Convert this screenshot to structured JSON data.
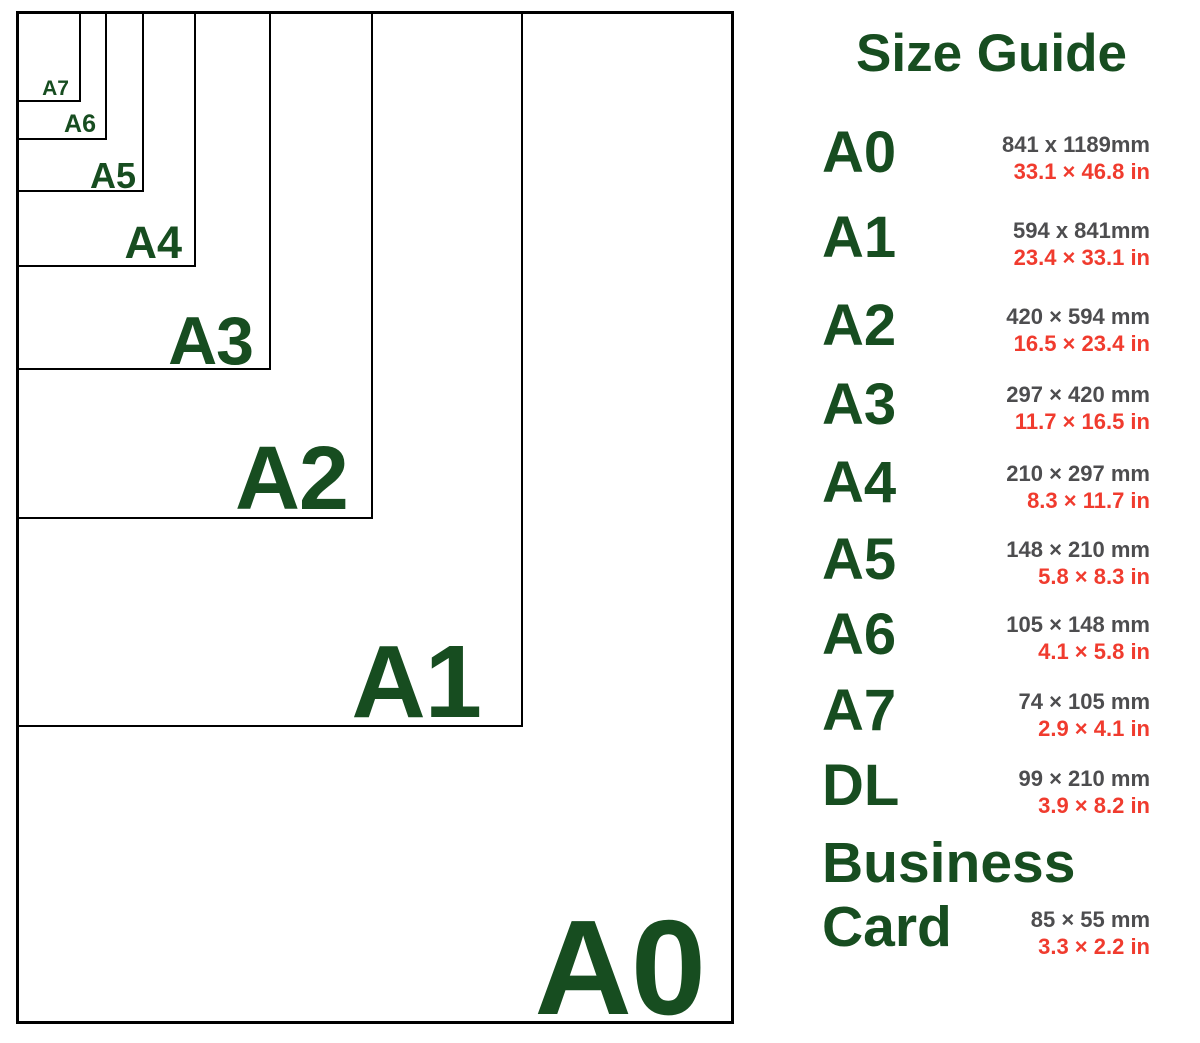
{
  "title": "Size Guide",
  "colors": {
    "label_green": "#174d20",
    "mm_gray": "#4d4d4f",
    "inch_red": "#f03b2e",
    "outline_black": "#000000",
    "background": "#ffffff"
  },
  "diagram": {
    "rects": [
      {
        "id": "a0",
        "label": "A0"
      },
      {
        "id": "a1",
        "label": "A1"
      },
      {
        "id": "a2",
        "label": "A2"
      },
      {
        "id": "a3",
        "label": "A3"
      },
      {
        "id": "a4",
        "label": "A4"
      },
      {
        "id": "a5",
        "label": "A5"
      },
      {
        "id": "a6",
        "label": "A6"
      },
      {
        "id": "a7",
        "label": "A7"
      }
    ]
  },
  "sizes": [
    {
      "label": "A0",
      "mm": "841 x 1189mm",
      "inch": "33.1 × 46.8 in"
    },
    {
      "label": "A1",
      "mm": "594 x 841mm",
      "inch": "23.4 × 33.1 in"
    },
    {
      "label": "A2",
      "mm": "420 × 594 mm",
      "inch": "16.5 × 23.4 in"
    },
    {
      "label": "A3",
      "mm": "297 × 420 mm",
      "inch": "11.7 × 16.5 in"
    },
    {
      "label": "A4",
      "mm": "210 × 297 mm",
      "inch": "8.3 × 11.7 in"
    },
    {
      "label": "A5",
      "mm": "148 × 210 mm",
      "inch": "5.8 × 8.3 in"
    },
    {
      "label": "A6",
      "mm": "105 × 148 mm",
      "inch": "4.1 × 5.8 in"
    },
    {
      "label": "A7",
      "mm": "74 × 105 mm",
      "inch": "2.9 × 4.1 in"
    },
    {
      "label": "DL",
      "mm": "99 × 210 mm",
      "inch": "3.9 × 8.2 in"
    },
    {
      "label": "Business Card",
      "label_line1": "Business",
      "label_line2": "Card",
      "mm": "85 × 55 mm",
      "inch": "3.3 × 2.2 in"
    }
  ]
}
